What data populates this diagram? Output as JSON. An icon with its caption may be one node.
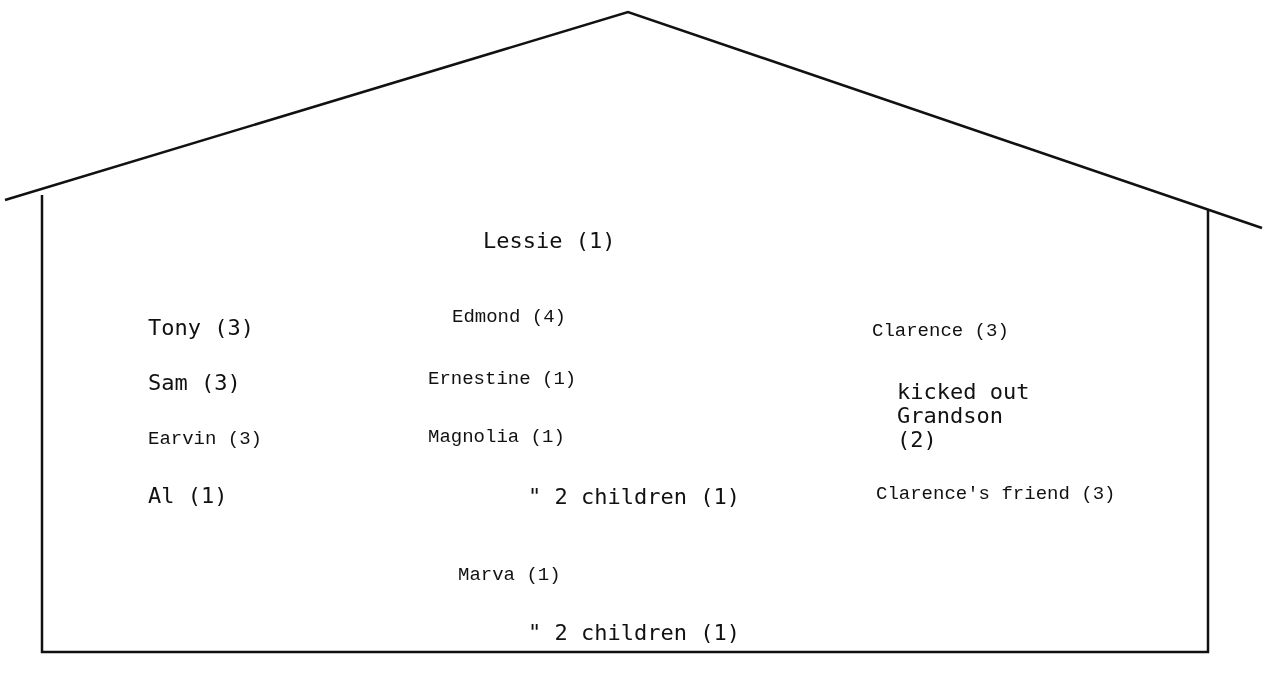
{
  "diagram": {
    "labels": [
      "Lessie (1)",
      "Tony (3)",
      "Edmond (4)",
      "Clarence (3)",
      "Sam (3)",
      "Ernestine (1)",
      "kicked out Grandson (2)",
      "Earvin (3)",
      "Magnolia (1)",
      "Al (1)",
      "\" 2 children (1)",
      "Clarence's friend (3)",
      "Marva (1)",
      "\" 2 children (1)"
    ]
  }
}
